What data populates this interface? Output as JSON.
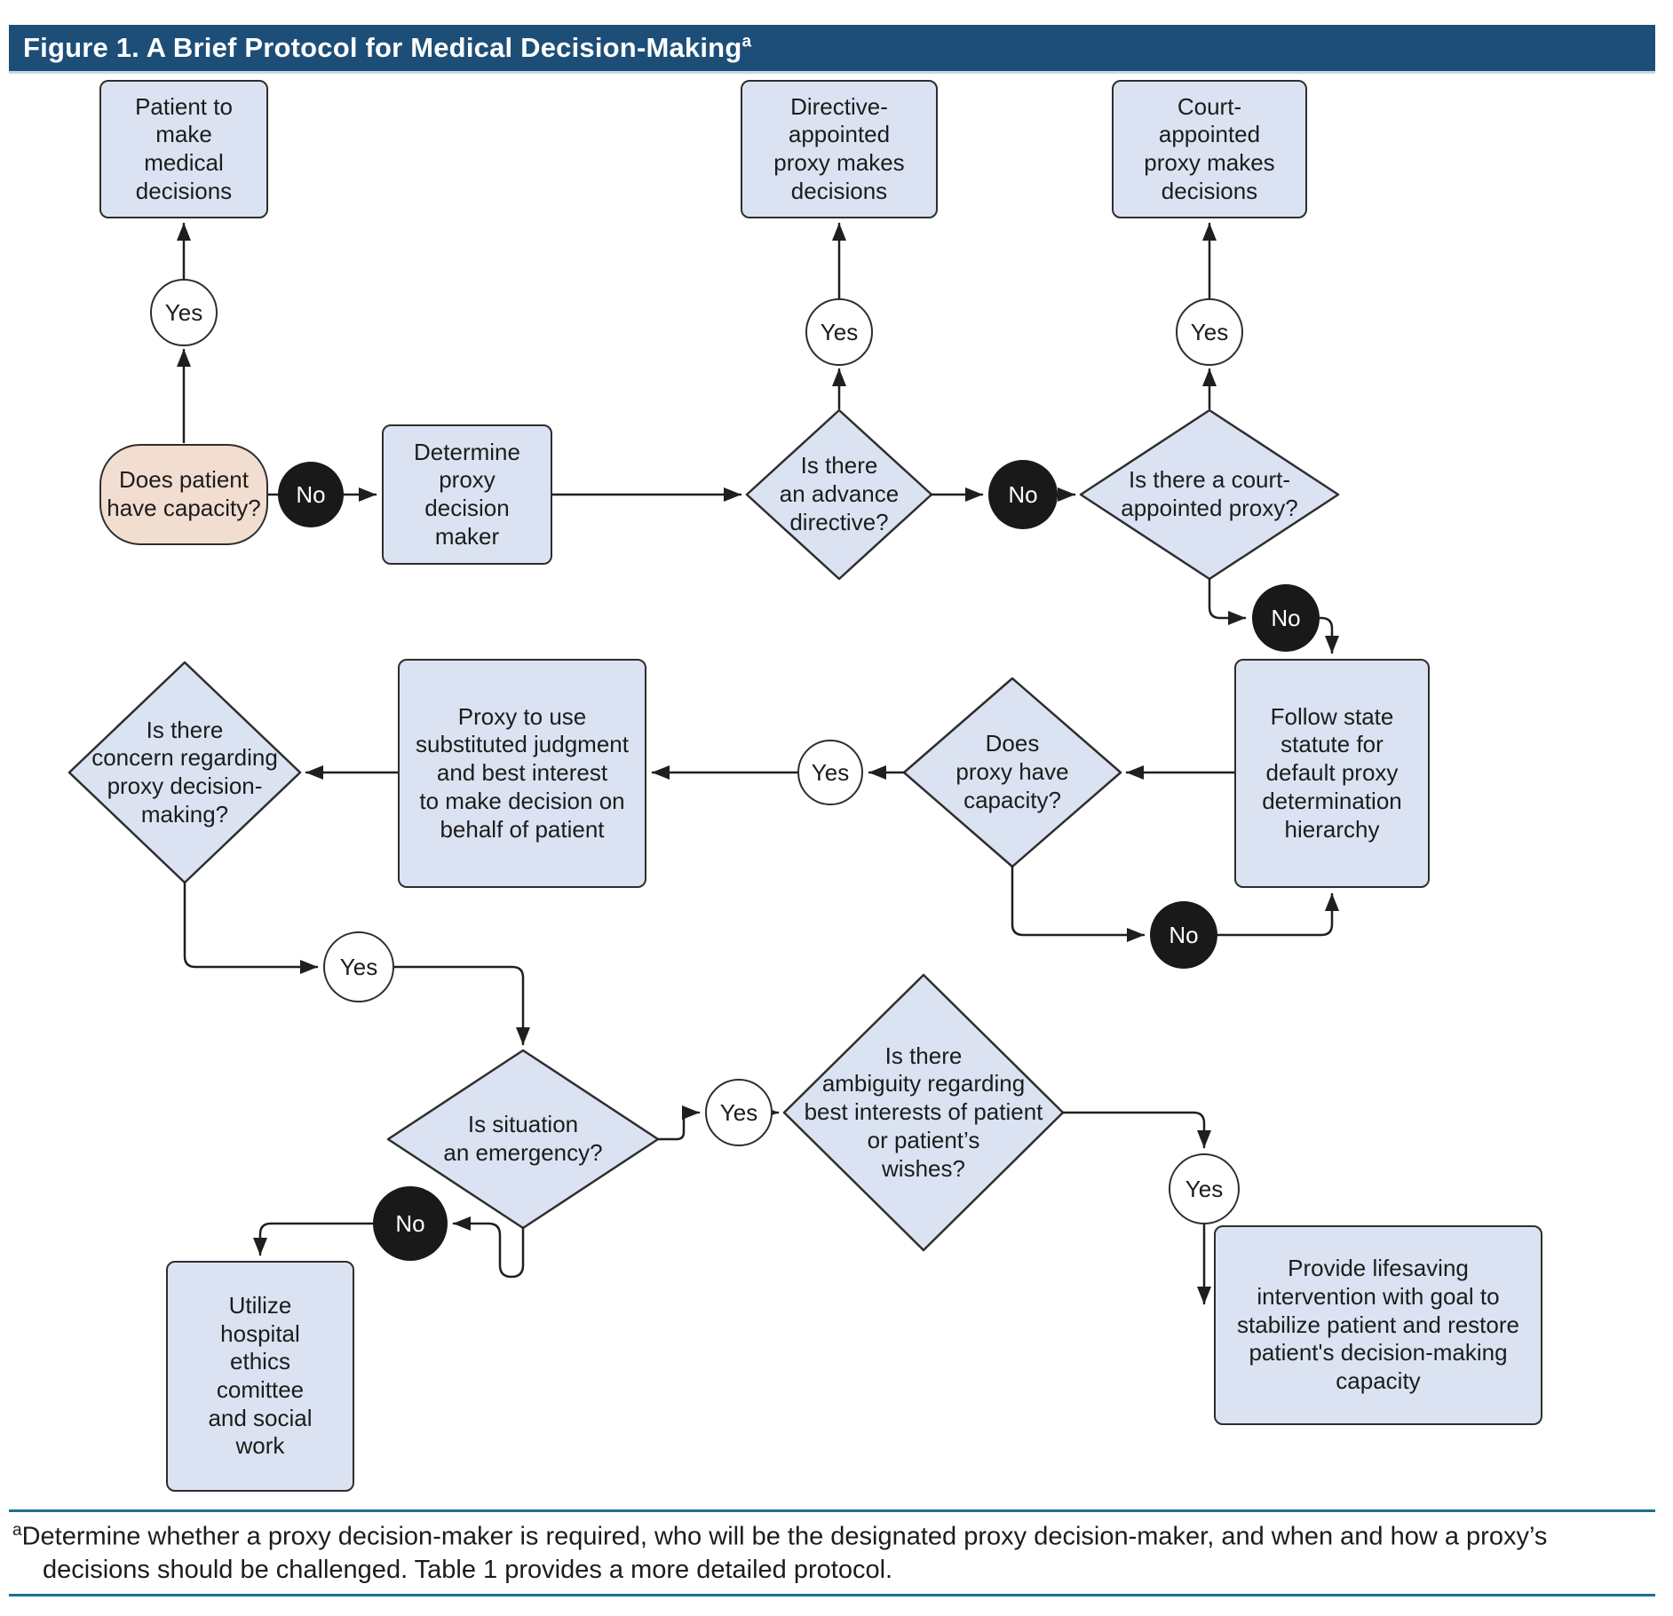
{
  "figure": {
    "title": "Figure 1. A Brief Protocol for Medical Decision-Making",
    "title_superscript": "a",
    "footnote_superscript": "a",
    "footnote_line1": "Determine whether a proxy decision-maker is required, who will be the designated proxy decision-maker, and when and how a proxy’s",
    "footnote_line2": "decisions should be challenged. Table 1 provides a more detailed protocol."
  },
  "colors": {
    "header_bg": "#1D4E78",
    "header_underline": "#C5D9EA",
    "node_fill": "#DBE3F2",
    "start_fill": "#F2DDD1",
    "node_border": "#2E2E2E",
    "connector": "#1F1F1F",
    "no_badge_bg": "#191919",
    "footnote_rule": "#1E6E96"
  },
  "labels": {
    "yes": "Yes",
    "no": "No"
  },
  "nodes": {
    "patient_outcome": "Patient to\nmake\nmedical\ndecisions",
    "directive_outcome": "Directive-\nappointed\nproxy makes\ndecisions",
    "court_outcome": "Court-\nappointed\nproxy makes\ndecisions",
    "capacity_question": "Does patient\nhave capacity?",
    "determine_action": "Determine\nproxy\ndecision\nmaker",
    "advance_question": "Is there\nan advance\ndirective?",
    "court_question": "Is there a court-\nappointed proxy?",
    "follow_action": "Follow state\nstatute for\ndefault proxy\ndetermination\nhierarchy",
    "proxy_capacity_question": "Does\nproxy have\ncapacity?",
    "judgment_action": "Proxy to use\nsubstituted judgment\nand best interest\nto make decision on\nbehalf of patient",
    "concern_question": "Is there\nconcern regarding\nproxy decision-\nmaking?",
    "emergency_question": "Is situation\nan emergency?",
    "ambiguity_question": "Is there\nambiguity regarding\nbest interests of patient\nor patient’s\nwishes?",
    "ethics_action": "Utilize\nhospital\nethics\ncomittee\nand social\nwork",
    "provide_action": "Provide lifesaving\nintervention with goal to\nstabilize patient and restore\npatient's decision-making\ncapacity"
  }
}
